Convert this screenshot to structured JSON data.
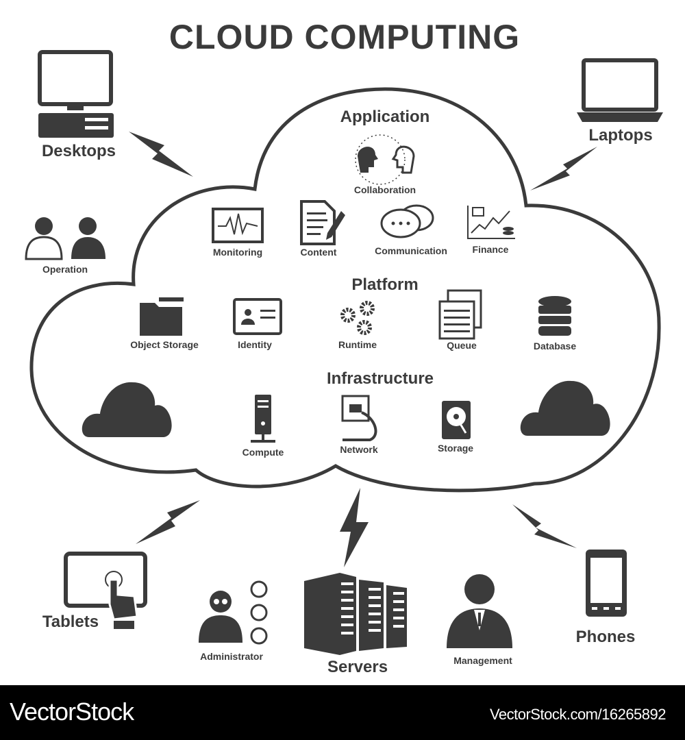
{
  "title": "CLOUD COMPUTING",
  "devices": {
    "desktops": "Desktops",
    "laptops": "Laptops",
    "tablets": "Tablets",
    "phones": "Phones",
    "servers": "Servers"
  },
  "people": {
    "operation": "Operation",
    "administrator": "Administrator",
    "management": "Management"
  },
  "layers": {
    "application": {
      "title": "Application",
      "items": [
        "Collaboration",
        "Monitoring",
        "Content",
        "Communication",
        "Finance"
      ]
    },
    "platform": {
      "title": "Platform",
      "items": [
        "Object Storage",
        "Identity",
        "Runtime",
        "Queue",
        "Database"
      ]
    },
    "infrastructure": {
      "title": "Infrastructure",
      "items": [
        "Compute",
        "Network",
        "Storage"
      ]
    }
  },
  "footer": {
    "brand": "VectorStock",
    "url": "VectorStock.com/16265892"
  },
  "colors": {
    "ink": "#3b3b3b",
    "footer_bg": "#000000",
    "footer_text": "#ffffff"
  }
}
